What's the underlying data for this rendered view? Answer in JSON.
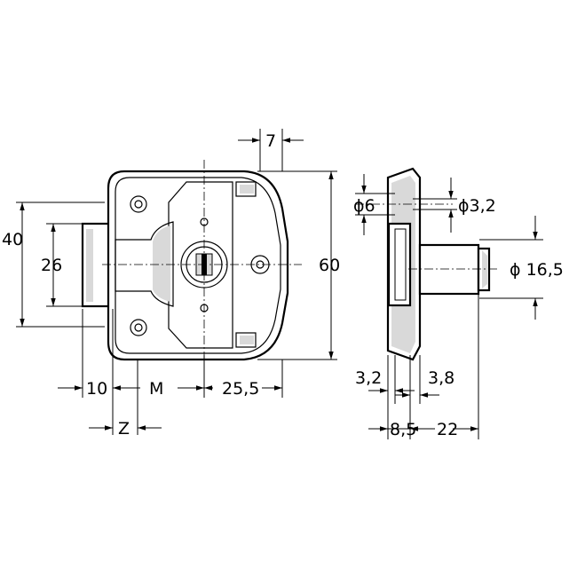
{
  "dimensions": {
    "overall_height_front": "40",
    "bolt_height": "26",
    "overall_height": "60",
    "top_offset": "7",
    "bolt_depth": "10",
    "backset_label": "M",
    "right_width": "25,5",
    "z_label": "Z",
    "hole_diameter": "ϕ6",
    "screw_hole_diameter": "ϕ3,2",
    "cylinder_diameter": "ϕ 16,5",
    "plate_thickness": "3,2",
    "case_step": "3,8",
    "case_depth": "8,5",
    "cylinder_projection": "22"
  },
  "colors": {
    "line": "#000000",
    "shade": "#d9d9d9",
    "background": "#ffffff"
  }
}
